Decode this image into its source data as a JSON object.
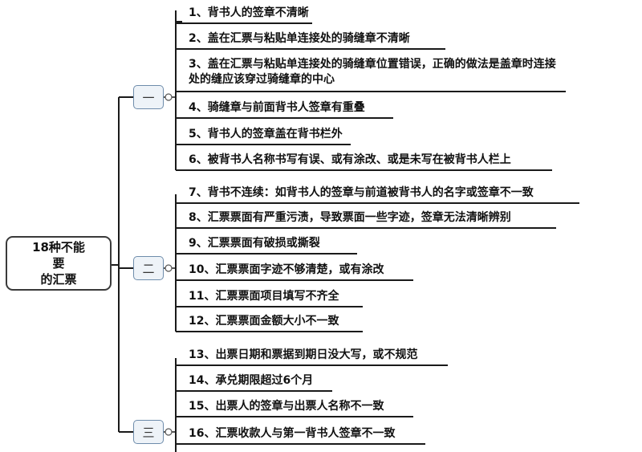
{
  "root": {
    "line1": "18种不能要",
    "line2": "的汇票"
  },
  "branches": [
    {
      "label": "一",
      "items": [
        "1、背书人的签章不清晰",
        "2、盖在汇票与粘贴单连接处的骑缝章不清晰",
        "3、盖在汇票与粘贴单连接处的骑缝章位置错误，正确的做法是盖章时连接处的缝应该穿过骑缝章的中心",
        "4、骑缝章与前面背书人签章有重叠",
        "5、背书人的签章盖在背书栏外",
        "6、被背书人名称书写有误、或有涂改、或是未写在被背书人栏上"
      ]
    },
    {
      "label": "二",
      "items": [
        "7、背书不连续：如背书人的签章与前道被背书人的名字或签章不一致",
        "8、汇票票面有严重污渍，导致票面一些字迹，签章无法清晰辨别",
        "9、汇票票面有破损或撕裂",
        "10、汇票票面字迹不够清楚，或有涂改",
        "11、汇票票面项目填写不齐全",
        "12、汇票票面金额大小不一致"
      ]
    },
    {
      "label": "三",
      "items": [
        "13、出票日期和票据到期日没大写，或不规范",
        "14、承兑期限超过6个月",
        "15、出票人的签章与出票人名称不一致",
        "16、汇票收款人与第一背书人签章不一致"
      ]
    }
  ],
  "colors": {
    "line": "#1a1a1a",
    "branch_border": "#6e8cab",
    "branch_fill": "#eef3f8"
  }
}
